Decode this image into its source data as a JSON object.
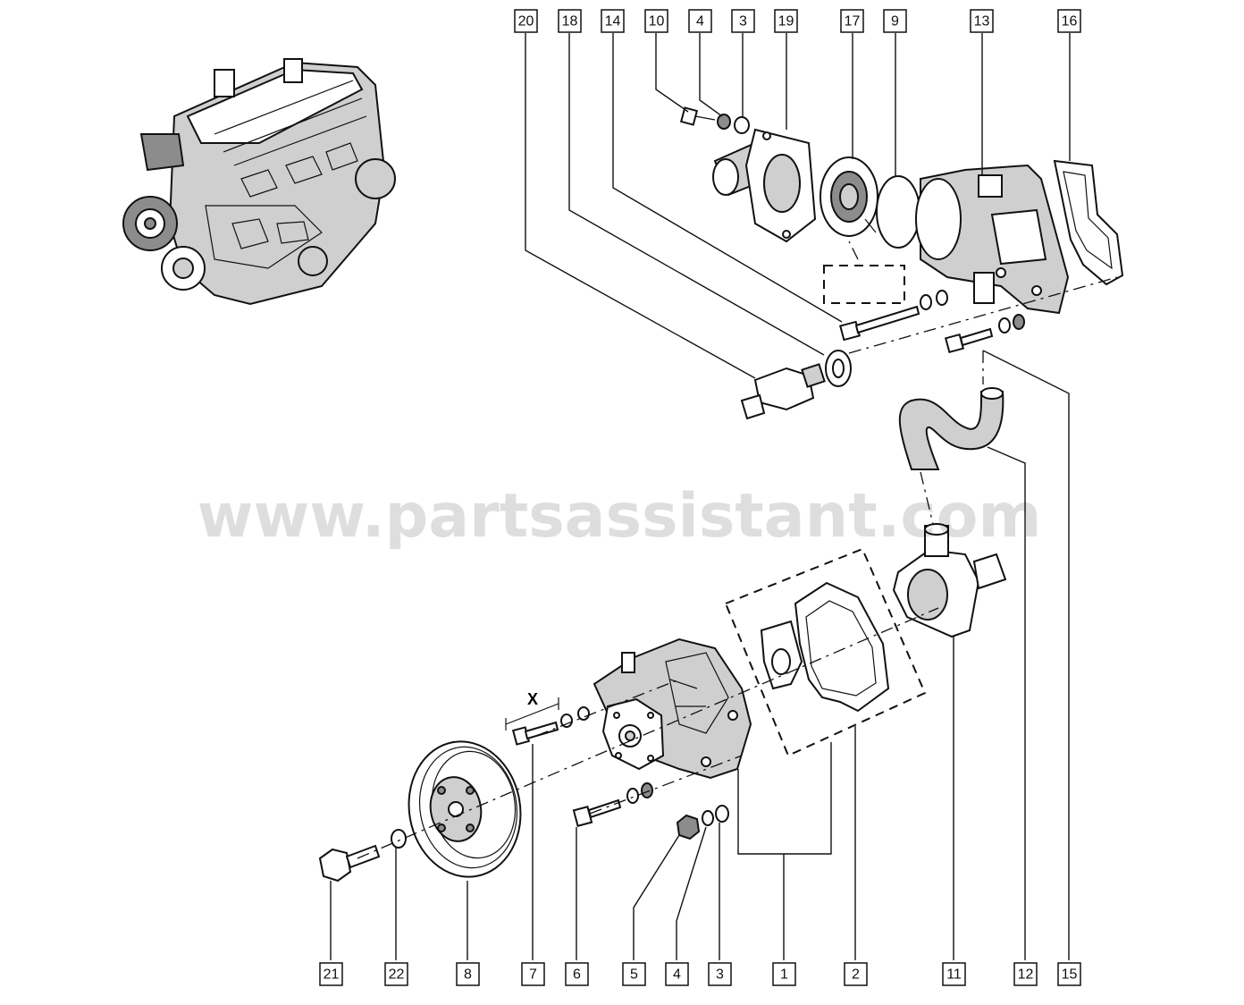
{
  "watermark": "www.partsassistant.com",
  "dimension_mark": "X",
  "callouts_top": [
    "20",
    "18",
    "14",
    "10",
    "4",
    "3",
    "19",
    "17",
    "9",
    "13",
    "16"
  ],
  "callouts_bottom": [
    "21",
    "22",
    "8",
    "7",
    "6",
    "5",
    "4",
    "3",
    "1",
    "2",
    "11",
    "12",
    "15"
  ]
}
